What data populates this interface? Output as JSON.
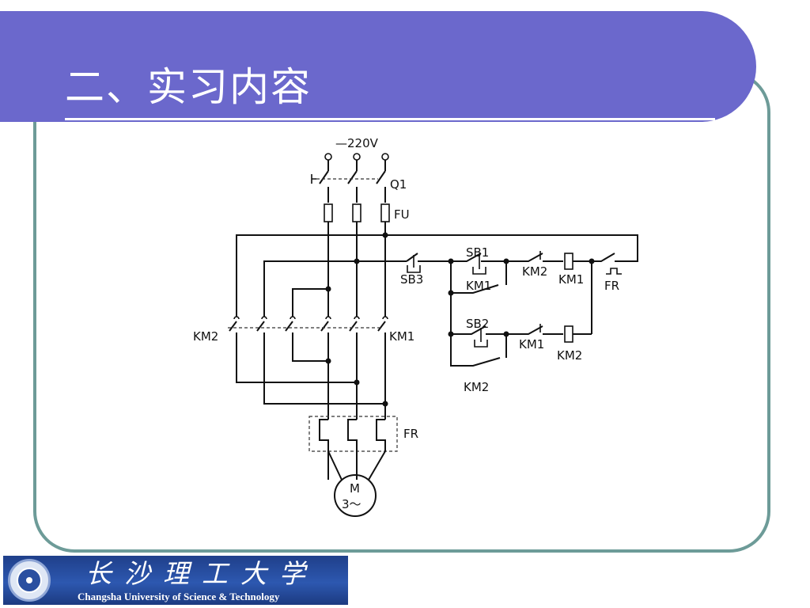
{
  "slide": {
    "title": "二、实习内容"
  },
  "diagram": {
    "labels": {
      "supply": "—220V",
      "breaker": "Q1",
      "fuse": "FU",
      "sb1": "SB1",
      "sb3": "SB3",
      "km1_hold": "KM1",
      "km2_interlock_top": "KM2",
      "km1_coil": "KM1",
      "fr_contact": "FR",
      "sb2": "SB2",
      "km1_interlock_bottom": "KM1",
      "km2_coil": "KM2",
      "km2_hold": "KM2",
      "km2_main": "KM2",
      "km1_main": "KM1",
      "fr_relay": "FR",
      "motor_m": "M",
      "motor_phase": "3～"
    }
  },
  "logo": {
    "name_cn": "长沙理工大学",
    "name_en": "Changsha University of Science & Technology"
  }
}
